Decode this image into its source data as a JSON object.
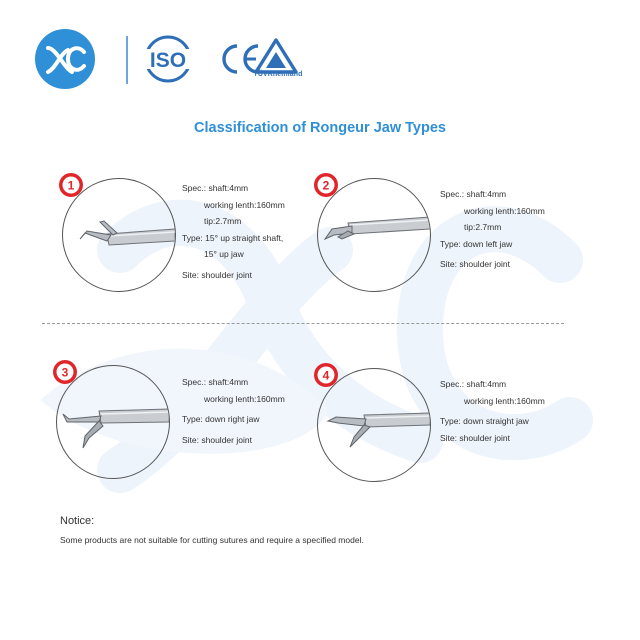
{
  "brand": {
    "logo_text": "XC",
    "certifications": [
      "ISO",
      "CE"
    ],
    "tuv_label": "TÜVRheinland",
    "watermark_text": "XC",
    "colors": {
      "brand_blue": "#2f8fd7",
      "badge_red": "#e0262b",
      "text": "#333333",
      "watermark": "#eaf2fb"
    }
  },
  "title": "Classification of Rongeur Jaw Types",
  "jaw_types": [
    {
      "number": "1",
      "spec_label": "Spec.: shaft:4mm",
      "working": "working lenth:160mm",
      "tip": "tip:2.7mm",
      "type_line1": "Type: 15° up straight shaft,",
      "type_line2": "15° up jaw",
      "site": "Site: shoulder joint"
    },
    {
      "number": "2",
      "spec_label": "Spec.: shaft:4mm",
      "working": "working lenth:160mm",
      "tip": "tip:2.7mm",
      "type_line1": "Type: down left jaw",
      "site": "Site: shoulder joint"
    },
    {
      "number": "3",
      "spec_label": "Spec.: shaft:4mm",
      "working": "working lenth:160mm",
      "type_line1": "Type: down right jaw",
      "site": "Site: shoulder joint"
    },
    {
      "number": "4",
      "spec_label": "Spec.: shaft:4mm",
      "working": "working lenth:160mm",
      "type_line1": "Type: down straight jaw",
      "site": "Site: shoulder joint"
    }
  ],
  "notice": {
    "title": "Notice:",
    "text": "Some products are not suitable for cutting sutures and require a specified model."
  }
}
